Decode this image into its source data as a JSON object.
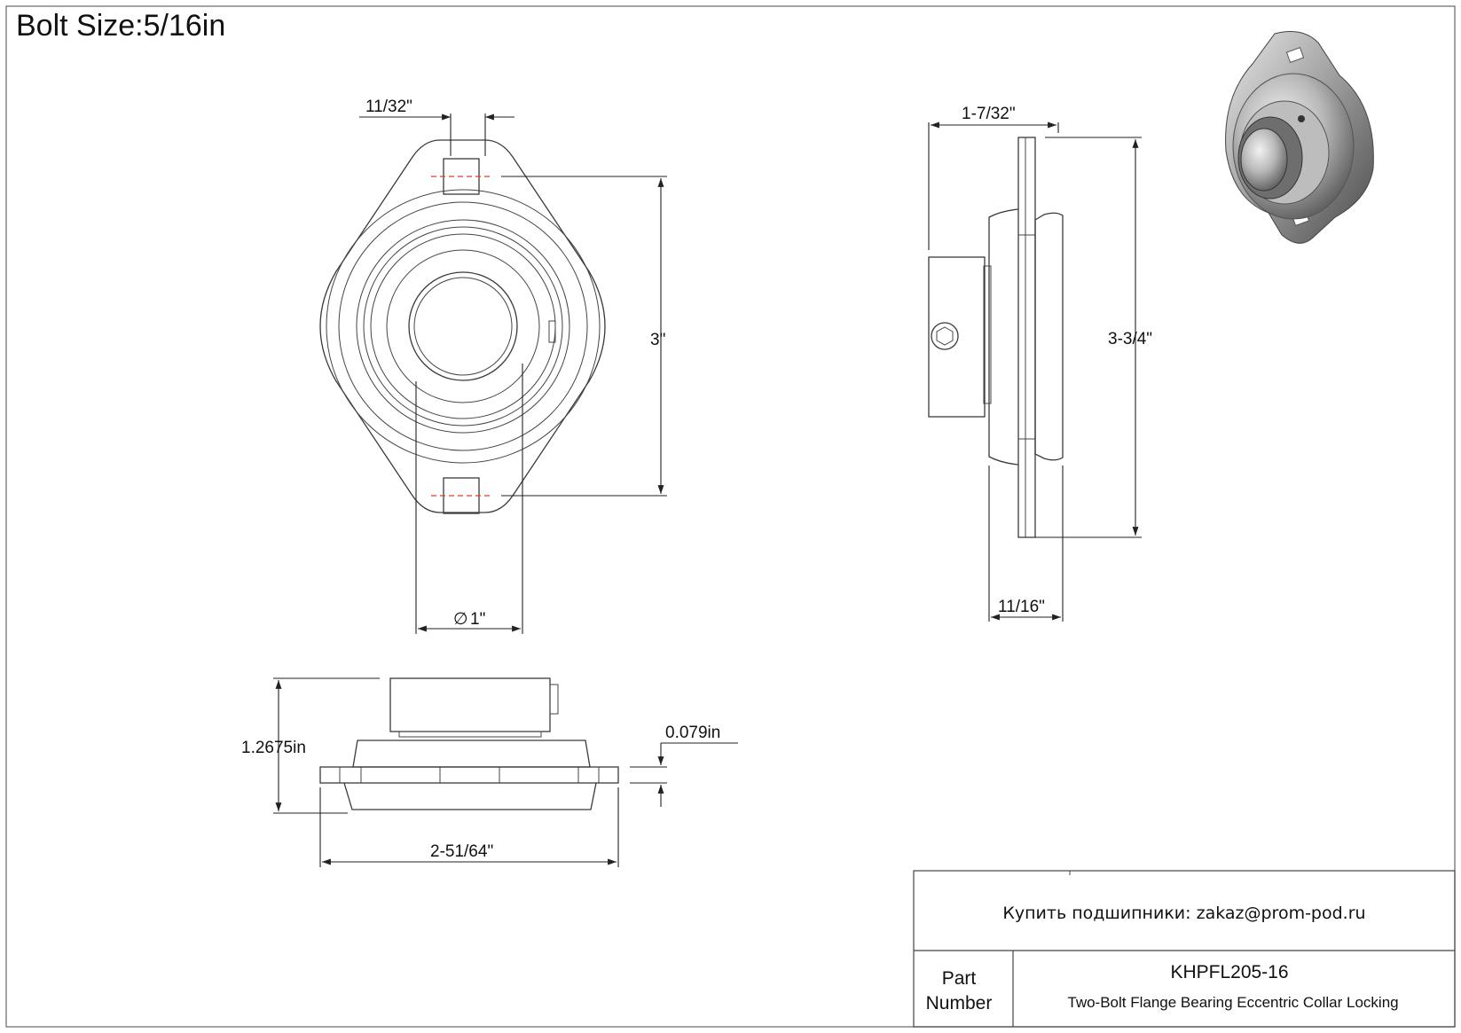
{
  "header": {
    "title": "Bolt Size:5/16in"
  },
  "dimensions": {
    "bolt_hole_width": "11/32\"",
    "bolt_spacing": "3\"",
    "bore_diameter": "1\"",
    "diameter_symbol": "∅",
    "side_width": "1-7/32\"",
    "overall_height": "3-3/4\"",
    "flange_depth": "11/16\"",
    "overall_thickness": "1.2675in",
    "plate_thickness": "0.079in",
    "overall_length": "2-51/64\""
  },
  "title_block": {
    "contact": "Купить подшипники: zakaz@prom-pod.ru",
    "part_label_line1": "Part",
    "part_label_line2": "Number",
    "part_number": "KHPFL205-16",
    "description": "Two-Bolt Flange Bearing Eccentric Collar Locking"
  },
  "icons": {
    "render": "bearing-3d-render-icon",
    "hex_socket": "hex-socket-icon"
  }
}
